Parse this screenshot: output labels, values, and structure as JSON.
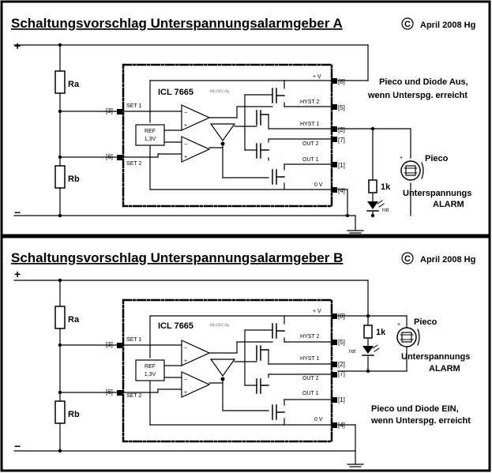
{
  "panelA": {
    "title": "Schaltungsvorschlag  Unterspannungsalarmgeber A",
    "copyright": "April 2008 Hg",
    "copyright_symbol": "C",
    "plus": "+",
    "minus": "−",
    "ra": "Ra",
    "rb": "Rb",
    "chip": "ICL 7665",
    "signature": "JM-2001 Hg",
    "ref_line1": "REF",
    "ref_line2": "1,3V",
    "set1": "SET 1",
    "set2": "SET 2",
    "vplus": "+ V",
    "hyst2": "HYST 2",
    "hyst1": "HYST 1",
    "out2": "OUT 2",
    "out1": "OUT 1",
    "zero_v": "0 V",
    "pin3": "[3]",
    "pin6": "[6]",
    "pin8": "[8]",
    "pin5": "[5]",
    "pin2": "[2]",
    "pin7": "[7]",
    "pin1": "[1]",
    "pin4": "[4]",
    "resistor": "1k",
    "led": "rot",
    "buzzer": "Pieco",
    "alarm1": "Unterspannungs",
    "alarm2": "ALARM",
    "note1": "Pieco und Diode Aus,",
    "note2": "wenn Unterspg. erreicht"
  },
  "panelB": {
    "title": "Schaltungsvorschlag  Unterspannungsalarmgeber B",
    "copyright": "April 2008 Hg",
    "copyright_symbol": "C",
    "plus": "+",
    "minus": "−",
    "ra": "Ra",
    "rb": "Rb",
    "chip": "ICL 7665",
    "signature": "JM-2001 Hg",
    "ref_line1": "REF",
    "ref_line2": "1,3V",
    "set1": "SET 1",
    "set2": "SET 2",
    "vplus": "+ V",
    "hyst2": "HYST 2",
    "hyst1": "HYST 1",
    "out2": "OUT 2",
    "out1": "OUT 1",
    "zero_v": "0 V",
    "pin3": "[3]",
    "pin6": "[6]",
    "pin8": "[8]",
    "pin5": "[5]",
    "pin2": "[2]",
    "pin7": "[7]",
    "pin1": "[1]",
    "pin4": "[4]",
    "resistor": "1k",
    "led": "rot",
    "buzzer": "Pieco",
    "alarm1": "Unterspannungs",
    "alarm2": "ALARM",
    "note1": "Pieco und Diode EIN,",
    "note2": "wenn Unterspg. erreicht"
  }
}
